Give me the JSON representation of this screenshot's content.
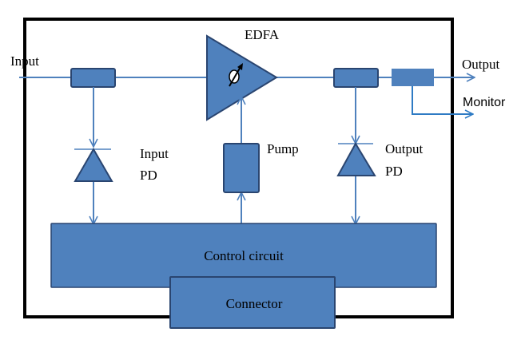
{
  "diagram": {
    "title": "EDFA",
    "colors": {
      "block_fill": "#4f81bd",
      "block_stroke": "#2a4570",
      "line": "#4f81bd",
      "monitor_line": "#2e7bc4",
      "frame": "#000000"
    },
    "labels": {
      "input": "Input",
      "output": "Output",
      "monitor": "Monitor",
      "edfa": "EDFA",
      "pump": "Pump",
      "input_pd_line1": "Input",
      "input_pd_line2": "PD",
      "output_pd_line1": "Output",
      "output_pd_line2": "PD",
      "control_circuit": "Control circuit",
      "connector": "Connector"
    },
    "nodes": [
      {
        "id": "input-coupler",
        "type": "coupler"
      },
      {
        "id": "edfa-amplifier",
        "type": "amplifier",
        "label": "EDFA"
      },
      {
        "id": "output-coupler",
        "type": "coupler"
      },
      {
        "id": "output-tap",
        "type": "coupler"
      },
      {
        "id": "input-pd",
        "type": "photodiode",
        "label": "Input PD"
      },
      {
        "id": "pump",
        "type": "laser",
        "label": "Pump"
      },
      {
        "id": "output-pd",
        "type": "photodiode",
        "label": "Output PD"
      },
      {
        "id": "control-circuit",
        "type": "block",
        "label": "Control circuit"
      },
      {
        "id": "connector",
        "type": "block",
        "label": "Connector"
      }
    ],
    "edges": [
      {
        "from": "Input",
        "to": "input-coupler"
      },
      {
        "from": "input-coupler",
        "to": "edfa-amplifier"
      },
      {
        "from": "edfa-amplifier",
        "to": "output-coupler"
      },
      {
        "from": "output-coupler",
        "to": "output-tap"
      },
      {
        "from": "output-tap",
        "to": "Output"
      },
      {
        "from": "output-tap",
        "to": "Monitor"
      },
      {
        "from": "input-coupler",
        "to": "input-pd"
      },
      {
        "from": "input-pd",
        "to": "control-circuit"
      },
      {
        "from": "output-coupler",
        "to": "output-pd"
      },
      {
        "from": "output-pd",
        "to": "control-circuit"
      },
      {
        "from": "control-circuit",
        "to": "pump"
      },
      {
        "from": "pump",
        "to": "edfa-amplifier"
      }
    ]
  }
}
